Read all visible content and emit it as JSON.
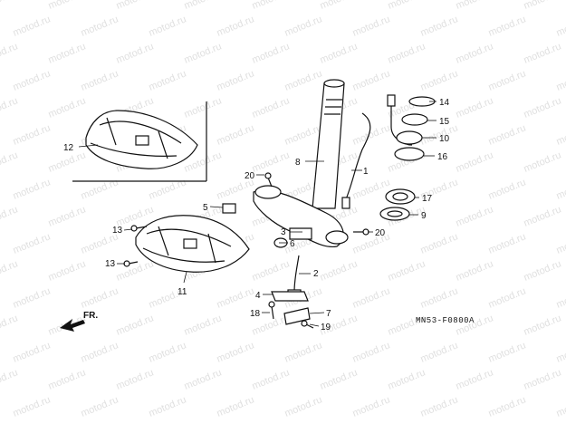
{
  "watermark": "motod.ru",
  "diagram_code": "MN53-F0800A",
  "direction_label": "FR.",
  "callouts": {
    "c1": "1",
    "c2": "2",
    "c3": "3",
    "c4": "4",
    "c5": "5",
    "c6": "6",
    "c7": "7",
    "c8": "8",
    "c9": "9",
    "c10": "10",
    "c11": "11",
    "c12": "12",
    "c13a": "13",
    "c13b": "13",
    "c14": "14",
    "c15": "15",
    "c16": "16",
    "c17": "17",
    "c18": "18",
    "c19": "19",
    "c20a": "20",
    "c20b": "20"
  }
}
